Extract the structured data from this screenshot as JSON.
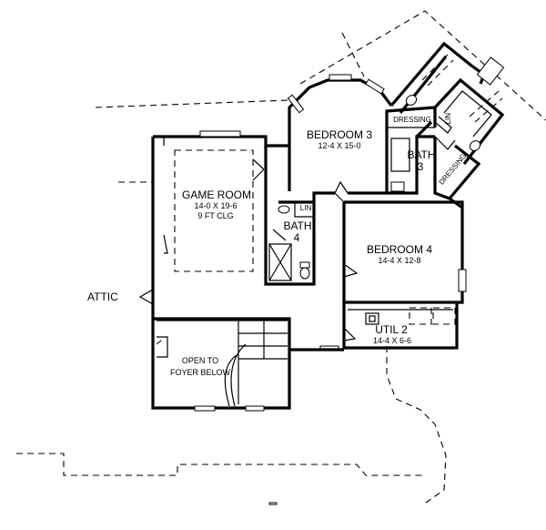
{
  "rooms": {
    "game_room": {
      "name": "GAME ROOM",
      "size": "14-0 X 19-6",
      "note": "9 FT CLG"
    },
    "bedroom3": {
      "name": "BEDROOM 3",
      "size": "12-4 X 15-0"
    },
    "bedroom4": {
      "name": "BEDROOM 4",
      "size": "14-4 X 12-8"
    },
    "bath4": {
      "name": "BATH",
      "num": "4"
    },
    "bath3": {
      "name": "BATH",
      "num": "3"
    },
    "util2": {
      "name": "UTIL 2",
      "size": "14-4 X 6-6"
    },
    "foyer": {
      "line1": "OPEN TO",
      "line2": "FOYER BELOW"
    },
    "attic": "ATTIC",
    "lin_bath4": "LIN",
    "lin_bath3": "LIN",
    "dressing_a": "DRESSING",
    "dressing_b": "DRESSING"
  }
}
